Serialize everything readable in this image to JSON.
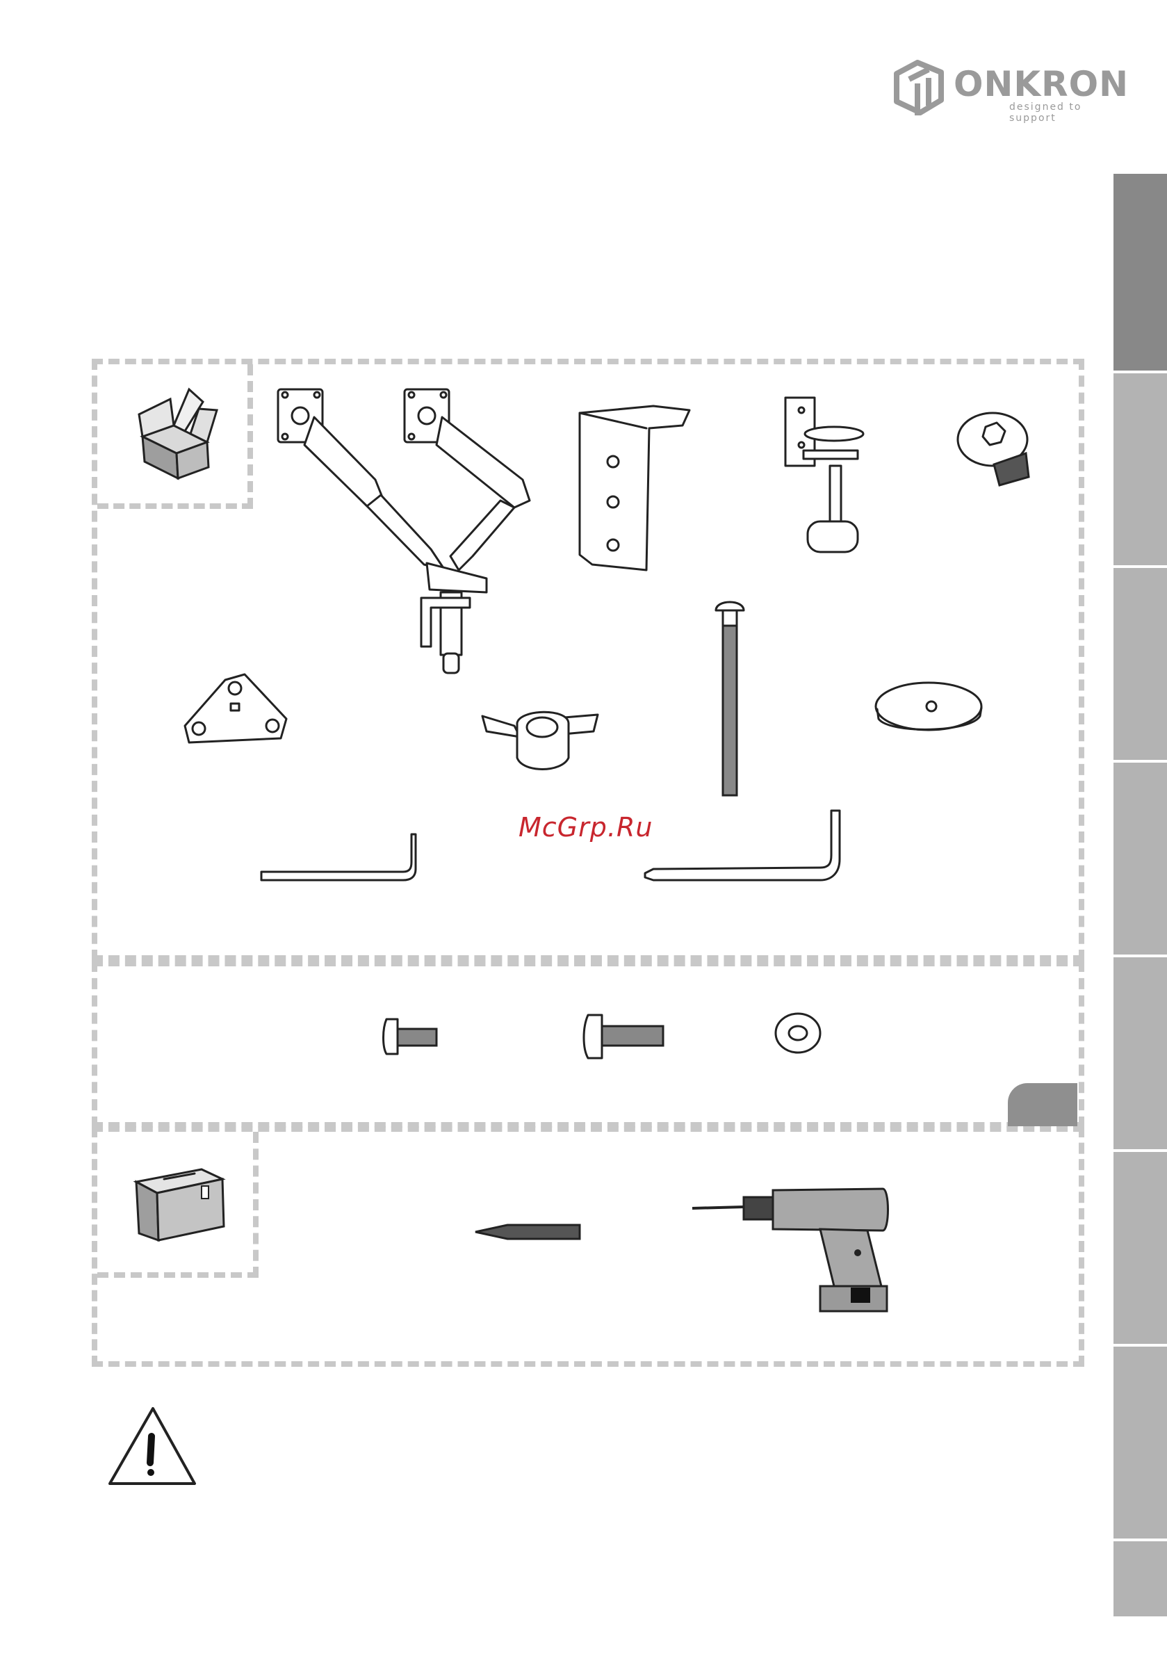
{
  "logo": {
    "brand": "ONKRON",
    "tagline": "designed to support"
  },
  "watermark": "McGrp.Ru",
  "colors": {
    "tab_active": "#888888",
    "tab_inactive": "#b3b3b3",
    "dash": "#c8c8c8",
    "watermark": "#c8262e"
  },
  "side_tabs": [
    {
      "state": "active"
    },
    {
      "state": "inactive"
    },
    {
      "state": "inactive"
    },
    {
      "state": "inactive"
    },
    {
      "state": "inactive"
    },
    {
      "state": "inactive"
    },
    {
      "state": "inactive"
    },
    {
      "state": "inactive"
    }
  ],
  "icons": {
    "package": "open-box-icon",
    "tools": "toolbox-icon",
    "warning": "warning-triangle-icon"
  }
}
